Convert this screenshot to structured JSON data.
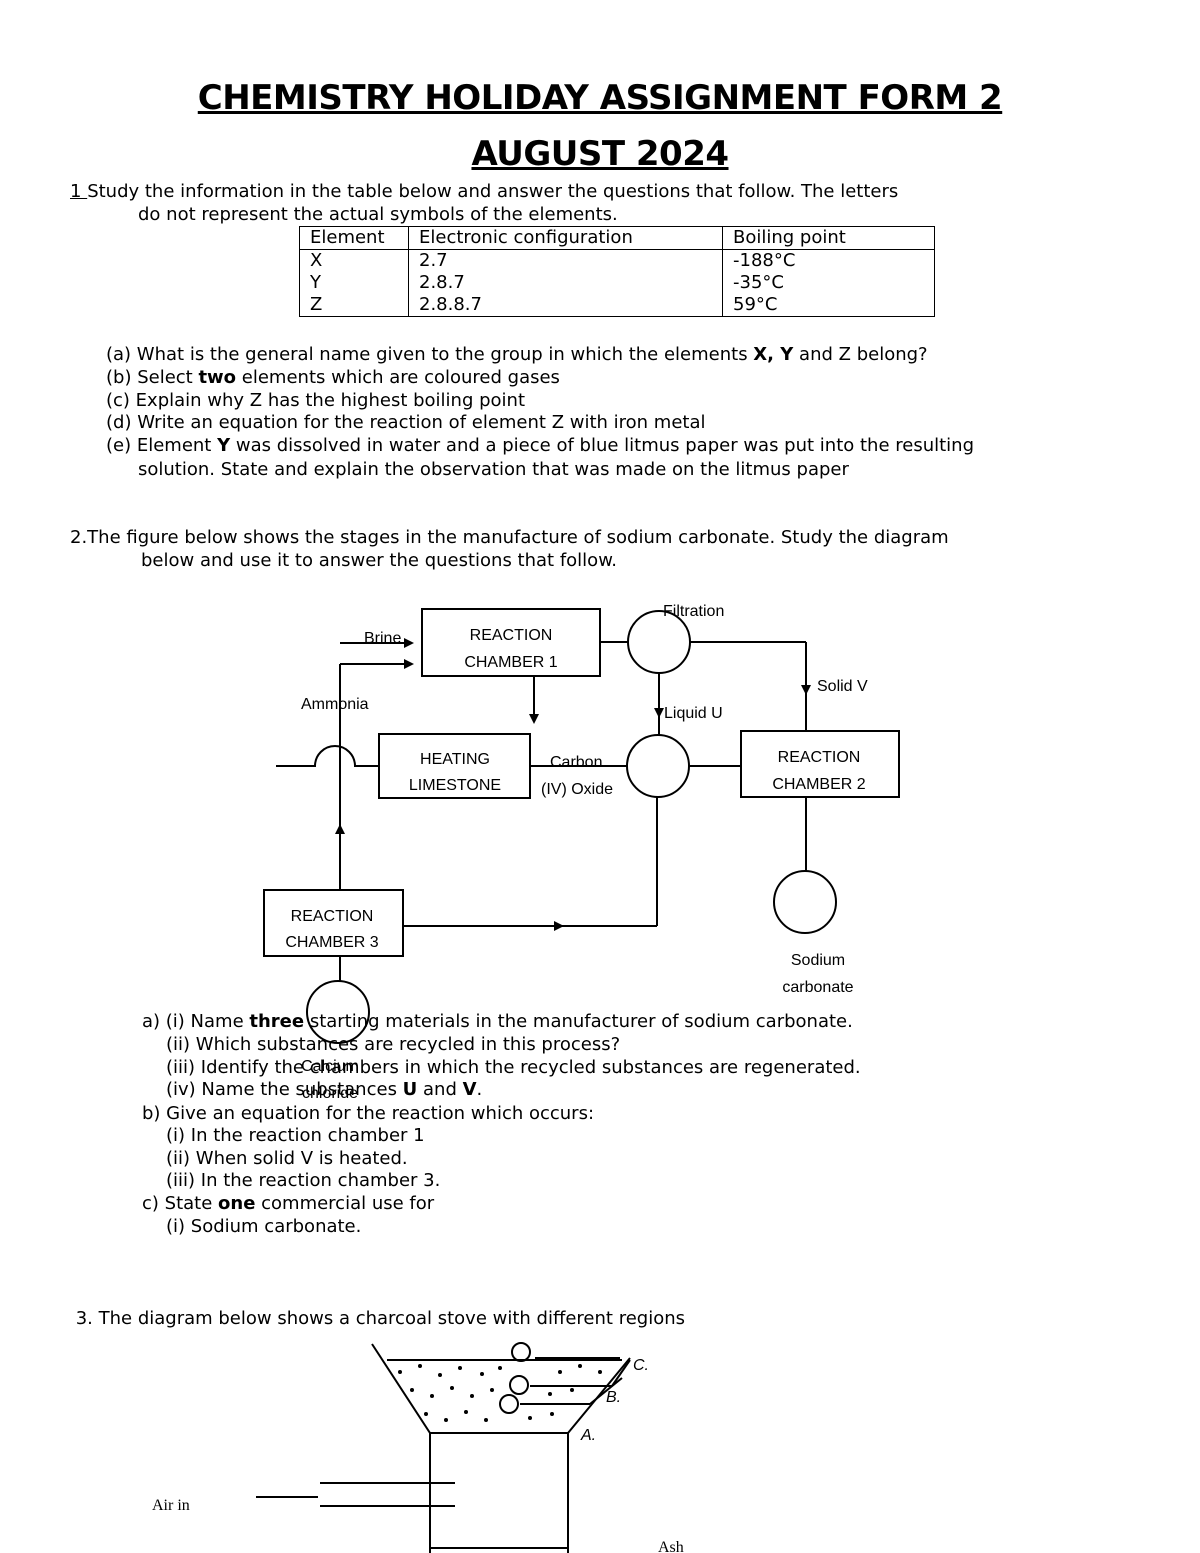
{
  "title": {
    "line1": "CHEMISTRY HOLIDAY ASSIGNMENT FORM 2",
    "line2": "AUGUST 2024"
  },
  "q1": {
    "num": "1 ",
    "intro1": "Study the information in the table below and answer the questions that follow. The letters",
    "intro2": "do not represent the actual symbols of the elements.",
    "table": {
      "headers": [
        "Element",
        "Electronic configuration",
        "Boiling point"
      ],
      "rows": [
        [
          "X",
          "2.7",
          "-188°C"
        ],
        [
          "Y",
          "2.8.7",
          "-35°C"
        ],
        [
          "Z",
          "2.8.8.7",
          "59°C"
        ]
      ]
    },
    "a_pre": "(a) What is the general name given to the group in which the elements ",
    "a_xy": "X,  Y",
    "a_post": " and Z belong?",
    "b_pre": "(b) Select ",
    "b_bold": "two",
    "b_post": " elements which are coloured gases",
    "c": "(c) Explain why Z has the highest boiling point",
    "d": "(d) Write an equation for the reaction of element Z with iron metal",
    "e_pre": "(e) Element ",
    "e_bold": "Y",
    "e_post": " was dissolved in water and a piece of blue litmus paper was put into the resulting",
    "e2": "solution. State and explain the observation that was made on the litmus paper"
  },
  "q2": {
    "intro1": "2.The figure below shows the stages in the manufacture of sodium carbonate. Study the diagram",
    "intro2": "below and use it to answer the questions that follow.",
    "diagram": {
      "brine": "Brine",
      "rc1a": "REACTION",
      "rc1b": "CHAMBER 1",
      "filtration": "Filtration",
      "solid_v": "Solid V",
      "liquid_u": "Liquid U",
      "ammonia": "Ammonia",
      "heat_a": "HEATING",
      "heat_b": "LIMESTONE",
      "co2_a": "Carbon",
      "co2_b": "(IV) Oxide",
      "rc2a": "REACTION",
      "rc2b": "CHAMBER 2",
      "rc3a": "REACTION",
      "rc3b": "CHAMBER 3",
      "sodium_a": "Sodium",
      "sodium_b": "carbonate",
      "calcium_a": "Calcium",
      "calcium_b": "chloride"
    },
    "a_i_pre": "a) (i) Name ",
    "a_i_bold": "three",
    "a_i_post": " starting materials in the manufacturer of sodium carbonate.",
    "a_ii": "(ii) Which substances are recycled in this process?",
    "a_iii": "(iii) Identify the chambers in which the recycled substances are regenerated.",
    "a_iv_pre": "(iv) Name the substances ",
    "a_iv_u": "U",
    "a_iv_mid": " and ",
    "a_iv_v": "V",
    "a_iv_post": ".",
    "b": "b) Give an equation for the reaction which occurs:",
    "b_i": "(i) In the reaction chamber 1",
    "b_ii": "(ii) When solid V is heated.",
    "b_iii": "(iii) In the reaction chamber 3.",
    "c_pre": "c) State ",
    "c_bold": "one",
    "c_post": " commercial use for",
    "c_i": "(i) Sodium carbonate."
  },
  "q3": {
    "intro": " 3. The diagram below shows a charcoal stove with different regions",
    "labels": {
      "c": "C.",
      "b": "B.",
      "a": "A.",
      "air": "Air in",
      "ash": "Ash"
    }
  }
}
